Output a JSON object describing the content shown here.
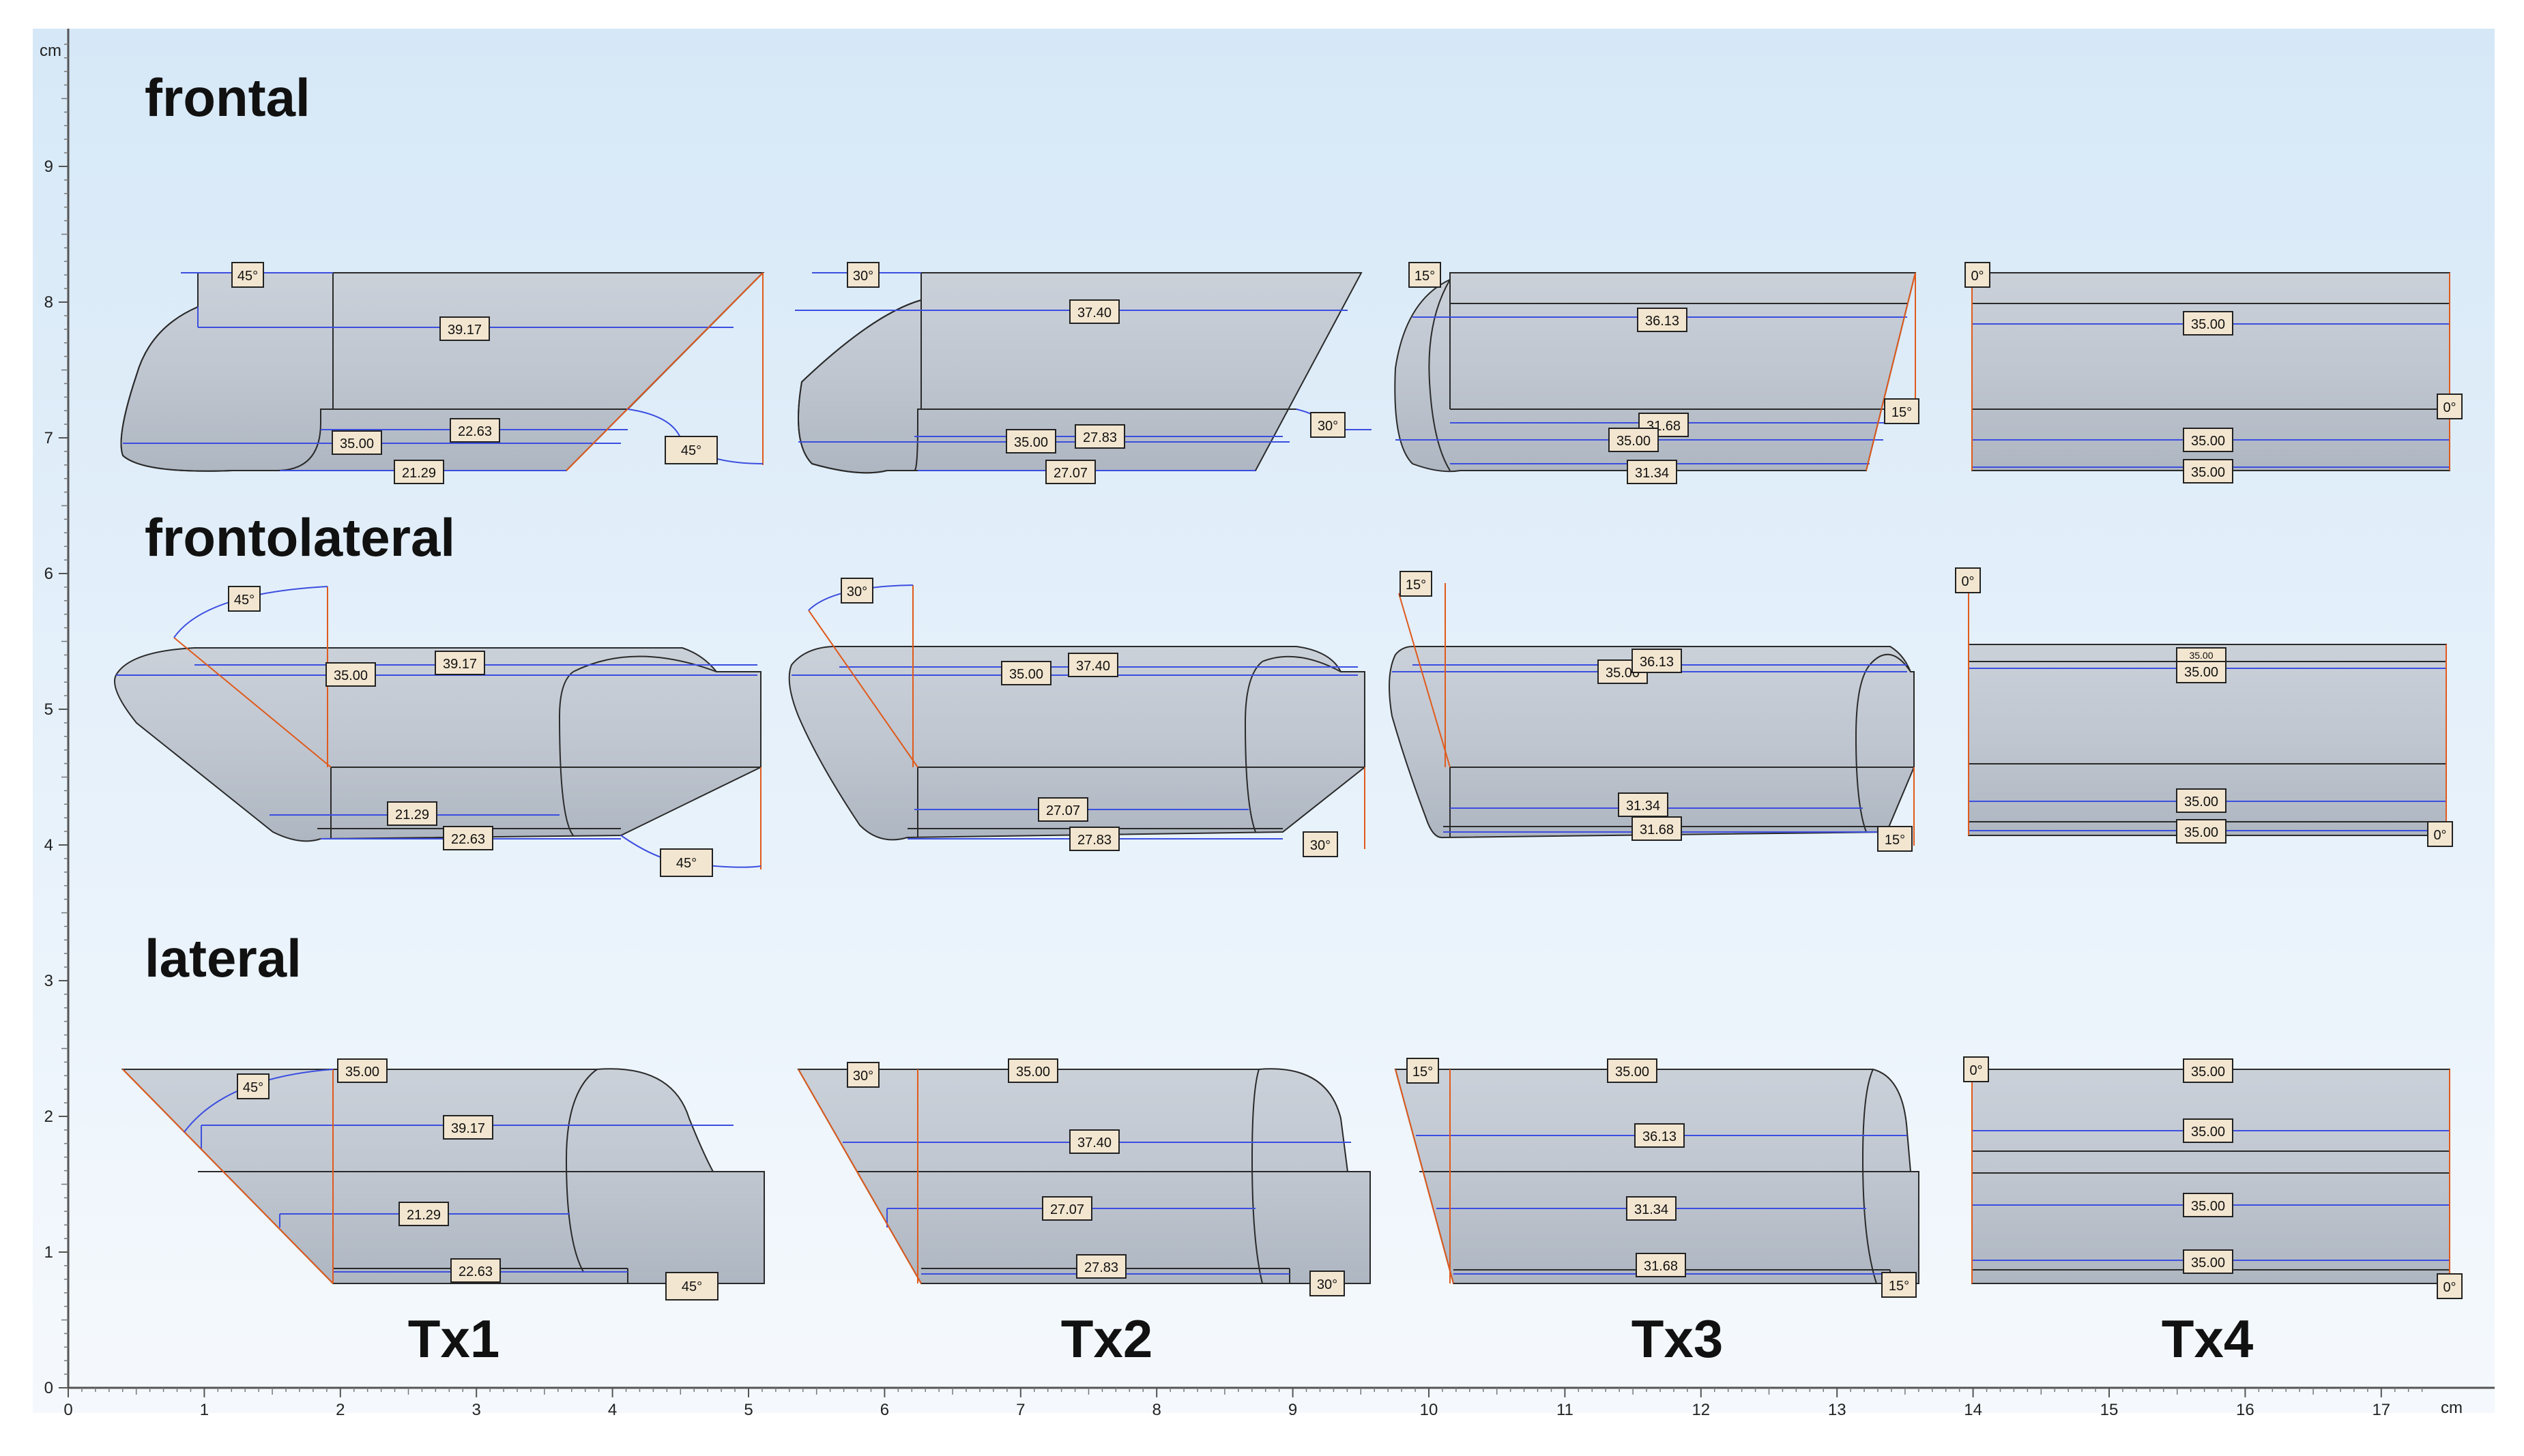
{
  "axes": {
    "unit_x": "cm",
    "unit_y": "cm",
    "x_ticks": [
      "0",
      "1",
      "2",
      "3",
      "4",
      "5",
      "6",
      "7",
      "8",
      "9",
      "10",
      "11",
      "12",
      "13",
      "14",
      "15",
      "16",
      "17"
    ],
    "y_ticks": [
      "0",
      "1",
      "2",
      "3",
      "4",
      "5",
      "6",
      "7",
      "8",
      "9"
    ]
  },
  "rows": {
    "frontal": "frontal",
    "frontolateral": "frontolateral",
    "lateral": "lateral"
  },
  "columns": [
    "Tx1",
    "Tx2",
    "Tx3",
    "Tx4"
  ],
  "colors": {
    "background_top": "#d6e8f7",
    "background_bottom": "#f5f9fd",
    "shape_fill": "#c0c7d1",
    "shape_stroke": "#2a2a2a",
    "measure_blue": "#3b4ee0",
    "angle_orange": "#e05a1c",
    "label_fill": "#f3e6d0"
  },
  "tx1": {
    "frontal": {
      "angle_top": "45°",
      "m1": "39.17",
      "m2": "22.63",
      "m3": "35.00",
      "m4": "21.29",
      "angle_right": "45°"
    },
    "frontolateral": {
      "angle_top": "45°",
      "m1": "35.00",
      "m2": "39.17",
      "m3": "21.29",
      "m4": "22.63",
      "angle_right": "45°"
    },
    "lateral": {
      "angle_top": "45°",
      "m1": "35.00",
      "m2": "39.17",
      "m3": "21.29",
      "m4": "22.63",
      "angle_right": "45°"
    }
  },
  "tx2": {
    "frontal": {
      "angle_top": "30°",
      "m1": "37.40",
      "m2": "35.00",
      "m3": "27.83",
      "m4": "27.07",
      "angle_right": "30°"
    },
    "frontolateral": {
      "angle_top": "30°",
      "m1": "35.00",
      "m2": "37.40",
      "m3": "27.07",
      "m4": "27.83",
      "angle_right": "30°"
    },
    "lateral": {
      "angle_top": "30°",
      "m1": "35.00",
      "m2": "37.40",
      "m3": "27.07",
      "m4": "27.83",
      "angle_right": "30°"
    }
  },
  "tx3": {
    "frontal": {
      "angle_top": "15°",
      "m1": "36.13",
      "m2": "31.68",
      "m3": "35.00",
      "m4": "31.34",
      "angle_right": "15°"
    },
    "frontolateral": {
      "angle_top": "15°",
      "m1": "35.00",
      "m2": "36.13",
      "m3": "31.34",
      "m4": "31.68",
      "angle_right": "15°"
    },
    "lateral": {
      "angle_top": "15°",
      "m1": "35.00",
      "m2": "36.13",
      "m3": "31.34",
      "m4": "31.68",
      "angle_right": "15°"
    }
  },
  "tx4": {
    "frontal": {
      "angle_top": "0°",
      "m1": "35.00",
      "m2": "35.00",
      "m3": "35.00",
      "angle_right": "0°"
    },
    "frontolateral": {
      "angle_top": "0°",
      "m1": "35.00",
      "m2": "35.00",
      "m3": "35.00",
      "m4": "35.00",
      "angle_right": "0°"
    },
    "lateral": {
      "angle_top": "0°",
      "m1": "35.00",
      "m2": "35.00",
      "m3": "35.00",
      "m4": "35.00",
      "angle_right": "0°"
    }
  }
}
